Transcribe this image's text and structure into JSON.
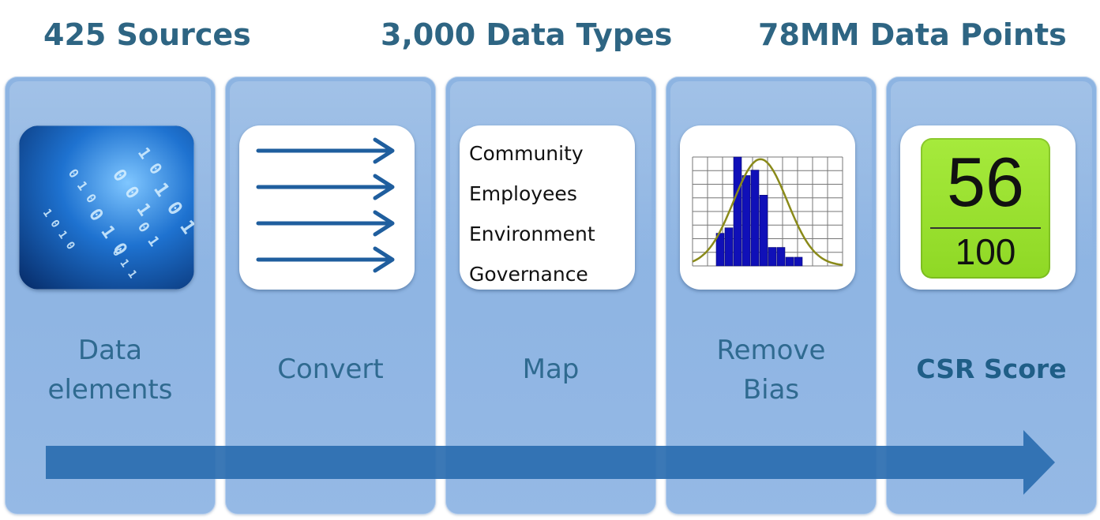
{
  "headlines": {
    "sources": "425 Sources",
    "data_types": "3,000 Data Types",
    "data_points": "78MM Data Points"
  },
  "panels": [
    {
      "id": "data-elements",
      "label_lines": [
        "Data",
        "elements"
      ],
      "icon": "binary-data-icon"
    },
    {
      "id": "convert",
      "label": "Convert",
      "icon": "arrows-icon"
    },
    {
      "id": "map",
      "label": "Map",
      "categories": [
        "Community",
        "Employees",
        "Environment",
        "Governance"
      ]
    },
    {
      "id": "remove-bias",
      "label_lines": [
        "Remove",
        "Bias"
      ],
      "icon": "histogram-bell-curve-icon"
    },
    {
      "id": "csr-score",
      "label": "CSR Score",
      "score": "56",
      "max": "100"
    }
  ],
  "colors": {
    "headline": "#2e6583",
    "panel": "#8fb5e3",
    "label": "#2f6a90",
    "arrow": "#1f5e9e",
    "flow_arrow": "#2a6db0",
    "score_bg": "#9be030"
  },
  "histogram": {
    "bars": [
      0.3,
      0.35,
      1.0,
      0.83,
      0.88,
      0.65,
      0.17,
      0.17,
      0.08,
      0.08
    ]
  }
}
